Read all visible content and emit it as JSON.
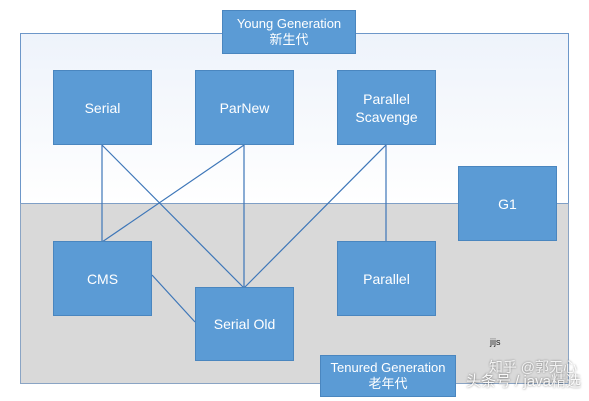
{
  "regions": {
    "young_title": "Young Generation",
    "young_subtitle": "新生代",
    "tenured_title": "Tenured Generation",
    "tenured_subtitle": "老年代"
  },
  "collectors": {
    "serial": "Serial",
    "parnew": "ParNew",
    "parallel_scavenge": "Parallel Scavenge",
    "g1": "G1",
    "cms": "CMS",
    "serial_old": "Serial Old",
    "parallel": "Parallel"
  },
  "annotation": "jijs",
  "watermark": "头条号 / java精选",
  "watermark_top": "知乎 @郭无心",
  "colors": {
    "box_fill": "#5b9bd5",
    "line": "#3d76b8",
    "young_bg": "#f2f6fb",
    "tenured_bg": "#d9d9d9"
  }
}
